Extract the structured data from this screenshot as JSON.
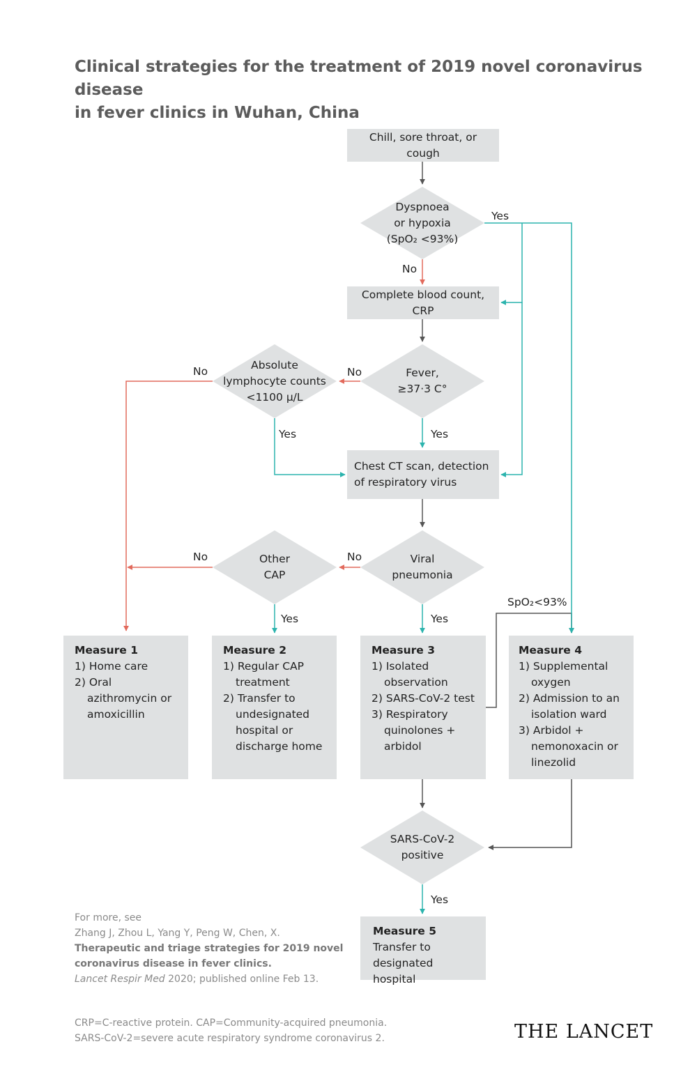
{
  "title": {
    "line1": "Clinical strategies for the treatment of 2019 novel coronavirus disease",
    "line2": "in fever clinics in Wuhan, China"
  },
  "nodes": {
    "symptoms": "Chill, sore throat, or cough",
    "dyspnoea": [
      "Dyspnoea",
      "or hypoxia",
      "(SpO₂ <93%)"
    ],
    "blood_count": "Complete blood count, CRP",
    "fever": [
      "Fever,",
      "≥37·3 C°"
    ],
    "lymphocyte": [
      "Absolute",
      "lymphocyte counts",
      "<1100 μ/L"
    ],
    "chest_ct": [
      "Chest CT scan, detection",
      "of respiratory virus"
    ],
    "viral_pneumonia": [
      "Viral",
      "pneumonia"
    ],
    "other_cap": [
      "Other",
      "CAP"
    ],
    "sars_positive": [
      "SARS-CoV-2",
      "positive"
    ]
  },
  "measures": {
    "m1": {
      "title": "Measure 1",
      "items": [
        "1) Home care",
        "2) Oral azithromycin or amoxicillin"
      ]
    },
    "m2": {
      "title": "Measure 2",
      "items": [
        "1) Regular CAP treatment",
        "2) Transfer to undesignated hospital or discharge home"
      ]
    },
    "m3": {
      "title": "Measure 3",
      "items": [
        "1) Isolated observation",
        "2) SARS-CoV-2 test",
        "3) Respiratory quinolones + arbidol"
      ]
    },
    "m4": {
      "title": "Measure 4",
      "items": [
        "1) Supplemental oxygen",
        "2) Admission to an isolation ward",
        "3) Arbidol + nemonoxacin or linezolid"
      ]
    },
    "m5": {
      "title": "Measure 5",
      "items": [
        "Transfer to",
        "designated hospital"
      ]
    }
  },
  "edge_labels": {
    "yes": "Yes",
    "no": "No",
    "spo2": "SpO₂<93%"
  },
  "colors": {
    "box": "#dfe1e2",
    "yes_line": "#2bb3ad",
    "no_line": "#e26a5c",
    "neutral_line": "#555555",
    "title": "#5b5b5b"
  },
  "reference": {
    "line1": "For more, see",
    "line2": "Zhang J, Zhou L, Yang Y, Peng W, Chen, X.",
    "line3": "Therapeutic and triage strategies for 2019 novel",
    "line4": "coronavirus disease in fever clinics.",
    "line5_italic": "Lancet Respir Med",
    "line5_rest": " 2020; published online Feb 13."
  },
  "footnote": {
    "line1": "CRP=C-reactive protein. CAP=Community-acquired pneumonia.",
    "line2": "SARS-CoV-2=severe acute respiratory syndrome coronavirus 2."
  },
  "logo": "THE LANCET"
}
